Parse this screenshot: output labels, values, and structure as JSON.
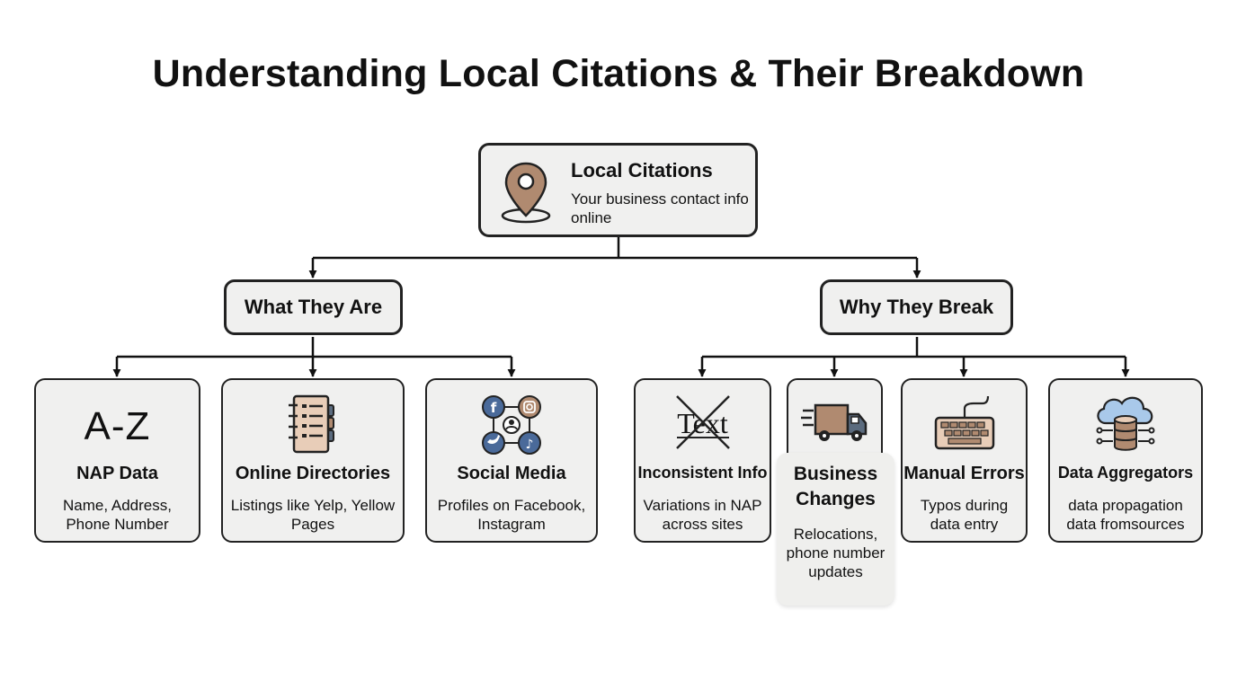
{
  "title": "Understanding Local Citations & Their Breakdown",
  "root": {
    "heading": "Local Citations",
    "description": "Your business contact info online",
    "icon": "map-pin-icon"
  },
  "branches": {
    "what": {
      "label": "What They Are",
      "items": [
        {
          "heading": "NAP Data",
          "description": "Name, Address, Phone Number",
          "icon": "a-z-icon",
          "glyph": "A-Z"
        },
        {
          "heading": "Online Directories",
          "description": "Listings like Yelp, Yellow Pages",
          "icon": "directory-book-icon"
        },
        {
          "heading": "Social Media",
          "description": "Profiles on Facebook, Instagram",
          "icon": "social-network-icon"
        }
      ]
    },
    "why": {
      "label": "Why They Break",
      "items": [
        {
          "heading": "Inconsistent Info",
          "description": "Variations in NAP across sites",
          "icon": "crossed-text-icon",
          "glyph": "Text"
        },
        {
          "heading": "Business Changes",
          "description": "Relocations, phone number updates",
          "icon": "moving-truck-icon"
        },
        {
          "heading": "Manual Errors",
          "description": "Typos during data entry",
          "icon": "keyboard-icon"
        },
        {
          "heading": "Data Aggregators",
          "description": "data propagation data fromsources",
          "icon": "cloud-database-icon"
        }
      ]
    }
  },
  "colors": {
    "accent_brown": "#b08a70",
    "accent_blue": "#4a6a9a",
    "light_blue": "#a9c9ea",
    "border": "#222222",
    "box_fill": "#f0f0ef"
  }
}
